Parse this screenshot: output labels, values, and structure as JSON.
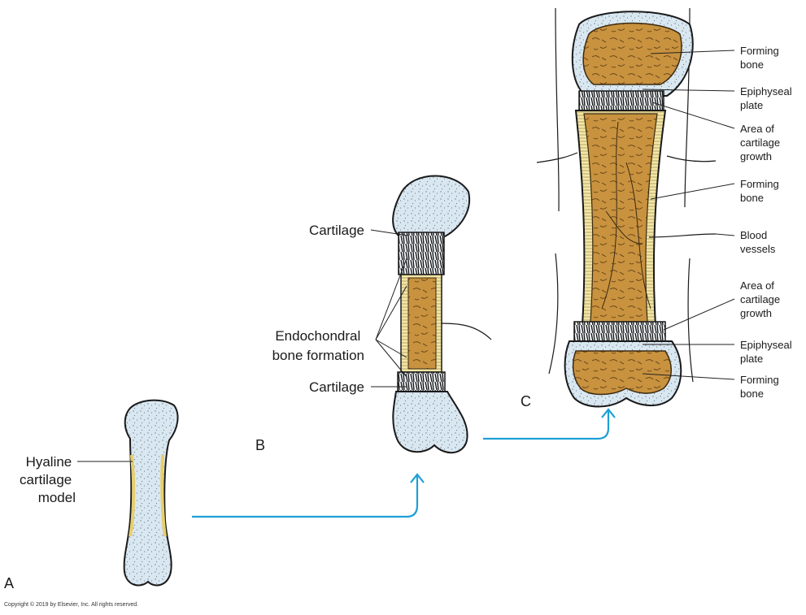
{
  "panels": {
    "a": "A",
    "b": "B",
    "c": "C"
  },
  "labels": {
    "a": {
      "hyaline": [
        "Hyaline",
        "cartilage",
        "model"
      ]
    },
    "b": {
      "cartilage_top": "Cartilage",
      "endochondral": [
        "Endochondral",
        "bone formation"
      ],
      "cartilage_bottom": "Cartilage"
    },
    "c": {
      "forming_bone_top": [
        "Forming",
        "bone"
      ],
      "epiphyseal_top": [
        "Epiphyseal",
        "plate"
      ],
      "growth_top": [
        "Area of",
        "cartilage",
        "growth"
      ],
      "forming_bone_mid": [
        "Forming",
        "bone"
      ],
      "blood_vessels": [
        "Blood",
        "vessels"
      ],
      "growth_bottom": [
        "Area of",
        "cartilage",
        "growth"
      ],
      "epiphyseal_bottom": [
        "Epiphyseal",
        "plate"
      ],
      "forming_bone_bottom": [
        "Forming",
        "bone"
      ]
    }
  },
  "copyright": "Copyright © 2019 by Elsevier, Inc. All rights reserved.",
  "colors": {
    "cartilage": "#d9e7f1",
    "bone": "#c8923f",
    "periosteum": "#f3e6a6",
    "arrow": "#1e9fd6"
  }
}
